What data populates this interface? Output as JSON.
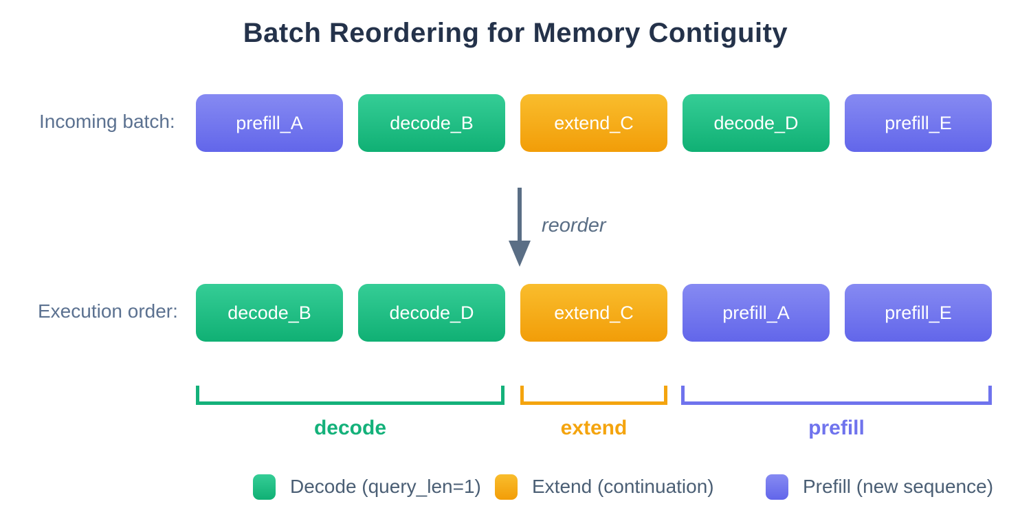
{
  "title": "Batch Reordering for Memory Contiguity",
  "rows": [
    {
      "label": "Incoming batch:",
      "boxes": [
        {
          "label": "prefill_A",
          "type": "prefill"
        },
        {
          "label": "decode_B",
          "type": "decode"
        },
        {
          "label": "extend_C",
          "type": "extend"
        },
        {
          "label": "decode_D",
          "type": "decode"
        },
        {
          "label": "prefill_E",
          "type": "prefill"
        }
      ]
    },
    {
      "label": "Execution order:",
      "boxes": [
        {
          "label": "decode_B",
          "type": "decode"
        },
        {
          "label": "decode_D",
          "type": "decode"
        },
        {
          "label": "extend_C",
          "type": "extend"
        },
        {
          "label": "prefill_A",
          "type": "prefill"
        },
        {
          "label": "prefill_E",
          "type": "prefill"
        }
      ]
    }
  ],
  "arrow": {
    "label": "reorder",
    "icon": "down-arrow-icon"
  },
  "groups": [
    {
      "label": "decode",
      "type": "decode"
    },
    {
      "label": "extend",
      "type": "extend"
    },
    {
      "label": "prefill",
      "type": "prefill"
    }
  ],
  "legend": [
    {
      "label": "Decode (query_len=1)",
      "type": "decode"
    },
    {
      "label": "Extend (continuation)",
      "type": "extend"
    },
    {
      "label": "Prefill (new sequence)",
      "type": "prefill"
    }
  ],
  "colors": {
    "decode_top": "#35cd96",
    "decode_bottom": "#10b074",
    "decode_accent": "#14b17a",
    "extend_top": "#f9bd2d",
    "extend_bottom": "#f29d08",
    "extend_accent": "#f4a40e",
    "prefill_top": "#868af2",
    "prefill_bottom": "#6266ea",
    "prefill_accent": "#6f73ed",
    "title": "#24324a",
    "row_label": "#5b7190",
    "legend_text": "#4a5e74",
    "arrow": "#5a6e85"
  }
}
